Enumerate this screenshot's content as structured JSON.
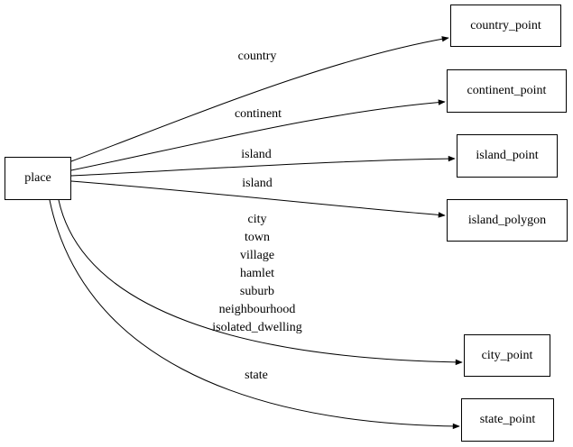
{
  "diagram": {
    "type": "directed-graph",
    "colors": {
      "background": "#ffffff",
      "node_border_color": "#000000",
      "node_fill_color": "#ffffff",
      "edge_color": "#000000",
      "text_color": "#000000"
    },
    "nodes": {
      "place": {
        "label": "place"
      },
      "country_point": {
        "label": "country_point"
      },
      "continent_point": {
        "label": "continent_point"
      },
      "island_point": {
        "label": "island_point"
      },
      "island_polygon": {
        "label": "island_polygon"
      },
      "city_point": {
        "label": "city_point"
      },
      "state_point": {
        "label": "state_point"
      }
    },
    "edges": [
      {
        "from": "place",
        "to": "country_point",
        "label": "country"
      },
      {
        "from": "place",
        "to": "continent_point",
        "label": "continent"
      },
      {
        "from": "place",
        "to": "island_point",
        "label": "island"
      },
      {
        "from": "place",
        "to": "island_polygon",
        "label": "island"
      },
      {
        "from": "place",
        "to": "city_point",
        "label": "city\ntown\nvillage\nhamlet\nsuburb\nneighbourhood\nisolated_dwelling"
      },
      {
        "from": "place",
        "to": "state_point",
        "label": "state"
      }
    ]
  }
}
